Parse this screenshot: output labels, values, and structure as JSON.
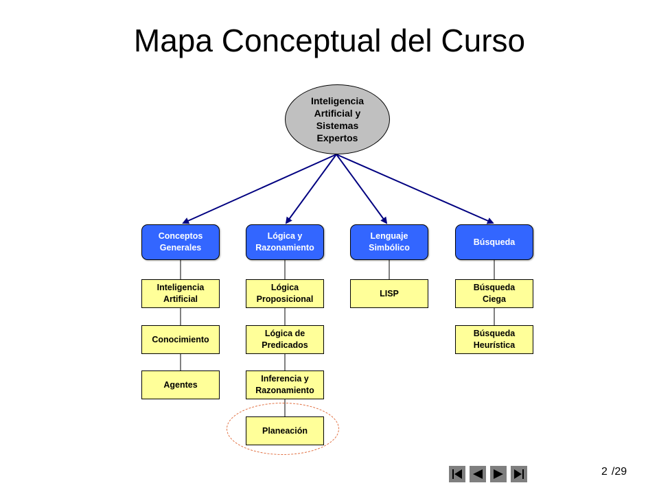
{
  "title": "Mapa Conceptual del Curso",
  "root": "Inteligencia\nArtificial y\nSistemas\nExpertos",
  "categories": [
    {
      "label": "Conceptos\nGenerales",
      "children": [
        "Inteligencia\nArtificial",
        "Conocimiento",
        "Agentes"
      ]
    },
    {
      "label": "Lógica y\nRazonamiento",
      "children": [
        "Lógica\nProposicional",
        "Lógica de\nPredicados",
        "Inferencia y\nRazonamiento",
        "Planeación"
      ]
    },
    {
      "label": "Lenguaje\nSimbólico",
      "children": [
        "LISP"
      ]
    },
    {
      "label": "Búsqueda",
      "children": [
        "Búsqueda\nCiega",
        "Búsqueda\nHeurística"
      ]
    }
  ],
  "highlighted_item": "Planeación",
  "colors": {
    "root_fill": "#c0c0c0",
    "category_fill": "#3366ff",
    "item_fill": "#ffff99",
    "arrow": "#000080",
    "highlight_ring": "#e06a3a",
    "nav_button": "#7f7f7f"
  },
  "nav": {
    "buttons": [
      "first-icon",
      "previous-icon",
      "next-icon",
      "last-icon"
    ],
    "page": "2",
    "total": "/29"
  }
}
